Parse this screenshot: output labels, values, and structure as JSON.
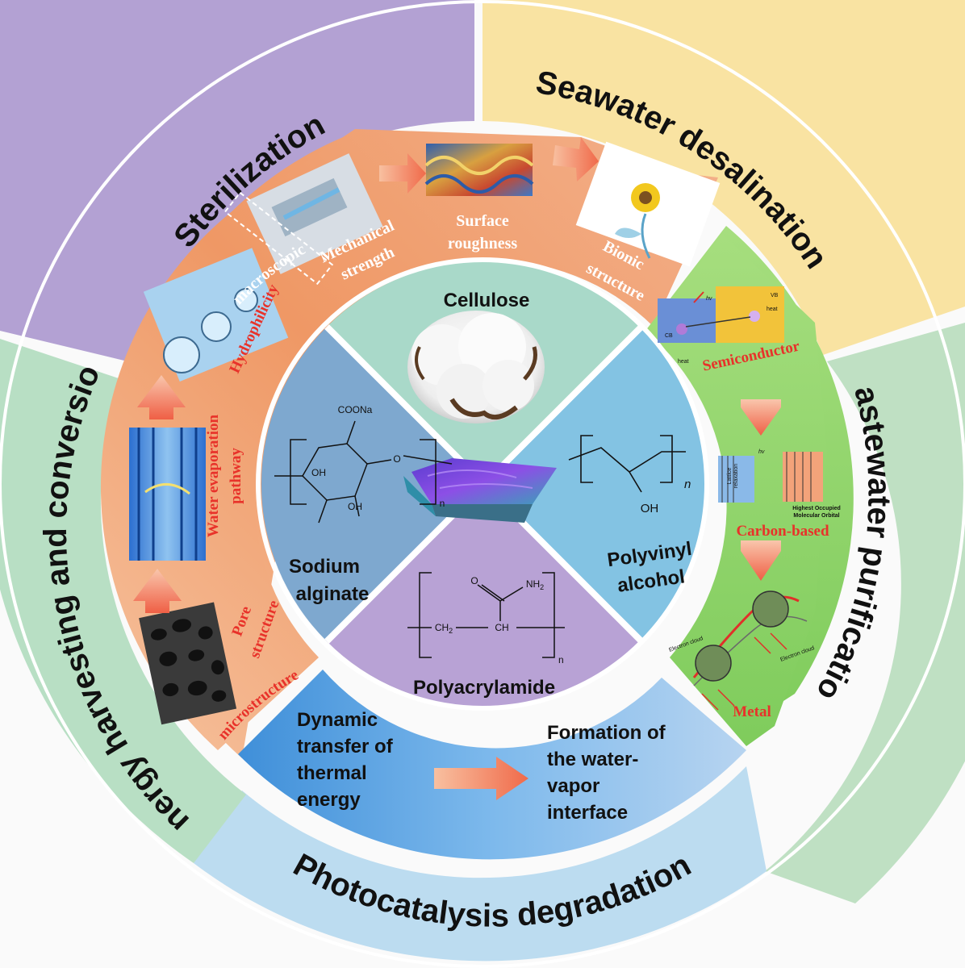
{
  "outer_ring": {
    "sterilization": "Sterilization",
    "seawater": "Seawater desalination",
    "wastewater": "Wastewater purification",
    "photocatalysis": "Photocatalysis degradation",
    "energy": "Energy harvesting and conversion"
  },
  "middle_ring": {
    "macroscopic": "macroscopic",
    "microstructure": "microstructure",
    "mechanical": "Mechanical",
    "strength": "strength",
    "surface": "Surface",
    "roughness": "roughness",
    "bionic": "Bionic",
    "structure": "structure",
    "hydrophilicity": "Hydrophilicity",
    "water_evap": "Water evaporation",
    "pathway": "pathway",
    "pore": "Pore",
    "pore_structure": "structure",
    "semiconductor": "Semiconductor",
    "carbon": "Carbon-based",
    "metal": "Metal",
    "cb": "CB",
    "vb": "VB",
    "hv": "hv",
    "heat": "heat",
    "lattice": "Lattice",
    "relaxation": "relaxation",
    "homo_1": "Highest Occupied",
    "homo_2": "Molecular Orbital",
    "electron_cloud": "Electron cloud"
  },
  "inner": {
    "cellulose": "Cellulose",
    "sodium": "Sodium",
    "alginate": "alginate",
    "polyvinyl": "Polyvinyl",
    "alcohol": "alcohol",
    "polyacrylamide": "Polyacrylamide",
    "coona": "COONa",
    "oh": "OH",
    "o": "O",
    "n": "n",
    "nh2": "NH",
    "sub2": "2",
    "ch2": "CH",
    "ch": "CH"
  },
  "bottom": {
    "left_1": "Dynamic",
    "left_2": "transfer of",
    "left_3": "thermal",
    "left_4": "energy",
    "right_1": "Formation of",
    "right_2": "the water-",
    "right_3": "vapor",
    "right_4": "interface"
  },
  "colors": {
    "sterilization": "#b3a1d3",
    "seawater": "#f9e3a2",
    "wastewater": "#bfe0c3",
    "photocatalysis": "#bcdcf0",
    "energy": "#b8dfc4",
    "orange_band": "#f0a070",
    "green_band": "#8fd36b",
    "cellulose_sector": "#a9d9c9",
    "sodium_sector": "#7ea8cf",
    "pva_sector": "#83c3e3",
    "pam_sector": "#b8a2d5",
    "red_text": "#e8322a"
  }
}
